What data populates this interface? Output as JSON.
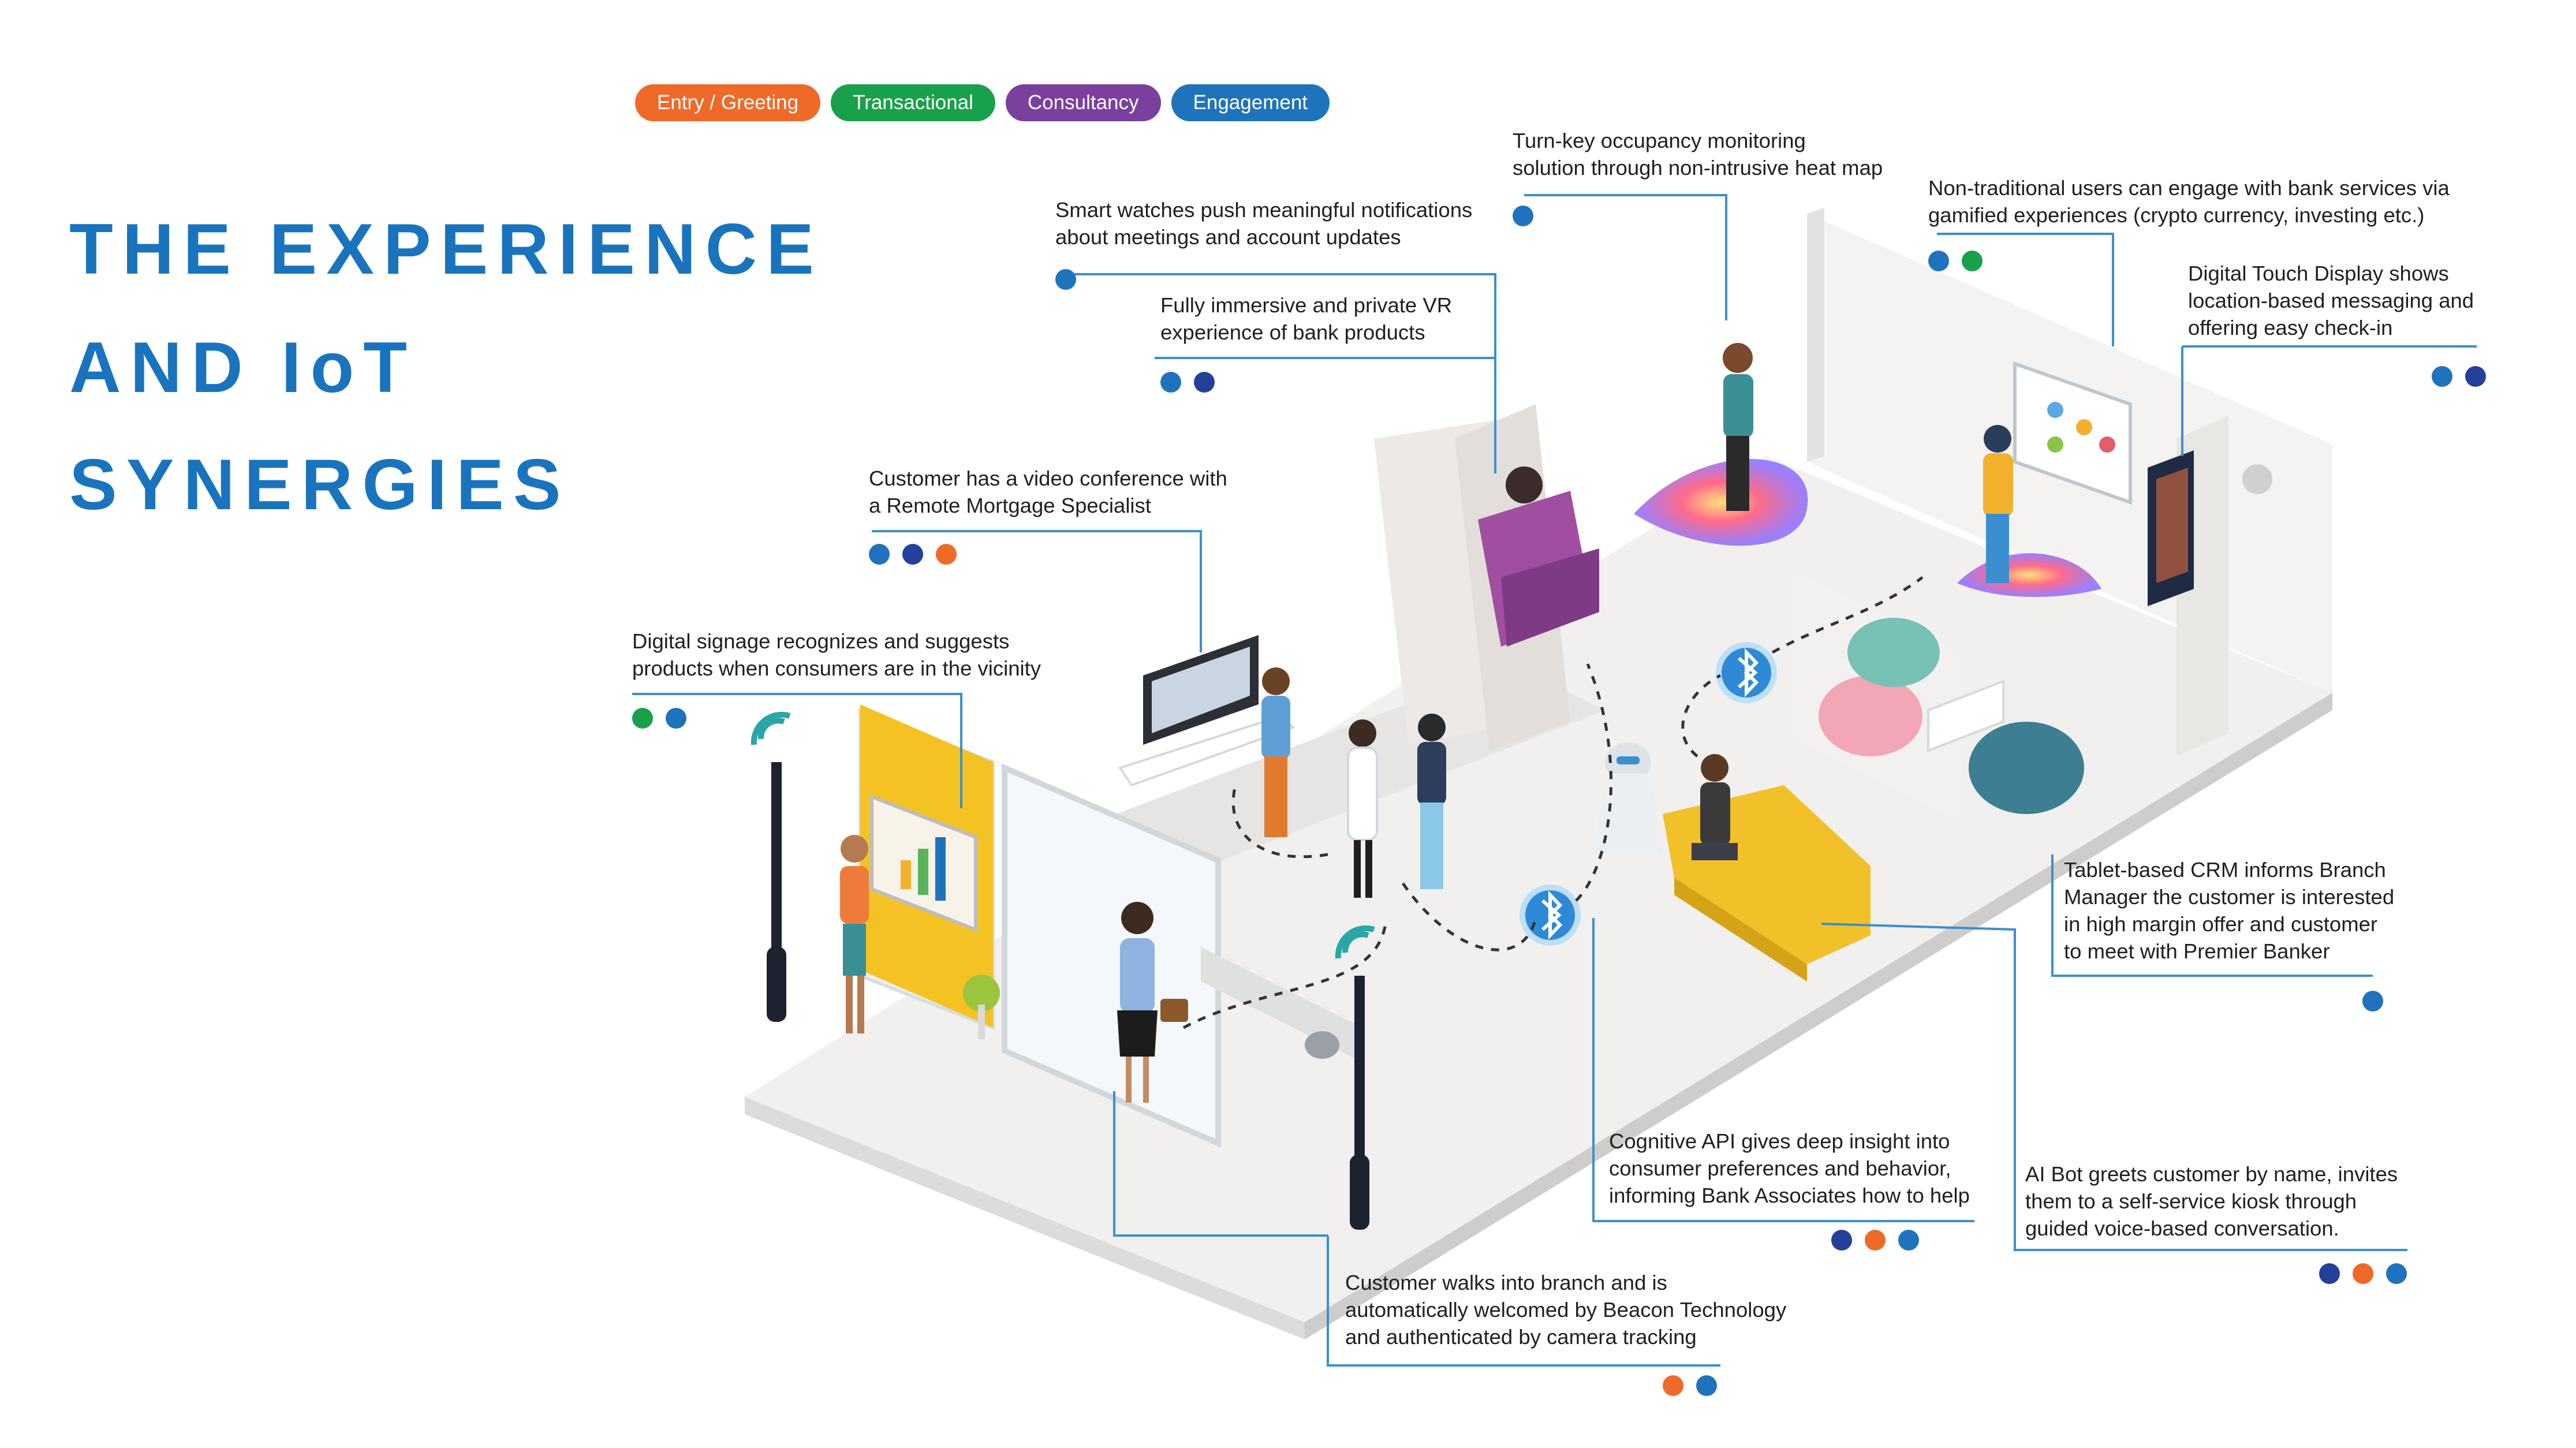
{
  "title": [
    "THE EXPERIENCE",
    "AND IoT",
    "SYNERGIES"
  ],
  "legend": [
    {
      "label": "Entry / Greeting",
      "color": "#ef6a28"
    },
    {
      "label": "Transactional",
      "color": "#19a04a"
    },
    {
      "label": "Consultancy",
      "color": "#7b3f9e"
    },
    {
      "label": "Engagement",
      "color": "#1f73bd"
    }
  ],
  "palette": {
    "orange": "#ef6a28",
    "green": "#19a04a",
    "navy": "#23409a",
    "blue": "#1f73bd",
    "line": "#3b8fd0"
  },
  "callouts": [
    {
      "id": "occupancy",
      "lines": [
        "Turn-key occupancy monitoring",
        "solution through non-intrusive heat map"
      ],
      "dots": [
        "blue"
      ]
    },
    {
      "id": "smartwatch",
      "lines": [
        "Smart watches push meaningful notifications",
        "about meetings and account updates"
      ],
      "dots": [
        "blue"
      ]
    },
    {
      "id": "gamified",
      "lines": [
        "Non-traditional users can engage with bank services via",
        "gamified experiences (crypto currency, investing etc.)"
      ],
      "dots": [
        "blue",
        "green"
      ]
    },
    {
      "id": "touch_display",
      "lines": [
        "Digital Touch Display shows",
        "location-based messaging and",
        "offering easy check-in"
      ],
      "dots": [
        "blue",
        "navy"
      ]
    },
    {
      "id": "vr",
      "lines": [
        "Fully immersive and private VR",
        "experience of bank products"
      ],
      "dots": [
        "blue",
        "navy"
      ]
    },
    {
      "id": "video_conf",
      "lines": [
        "Customer has a video conference with",
        "a Remote Mortgage Specialist"
      ],
      "dots": [
        "blue",
        "navy",
        "orange"
      ]
    },
    {
      "id": "signage",
      "lines": [
        "Digital signage recognizes and suggests",
        "products when consumers are in the vicinity"
      ],
      "dots": [
        "green",
        "blue"
      ]
    },
    {
      "id": "crm",
      "lines": [
        "Tablet-based CRM informs Branch",
        "Manager the customer is interested",
        "in high margin offer and customer",
        "to meet with Premier Banker"
      ],
      "dots": [
        "blue"
      ]
    },
    {
      "id": "cognitive",
      "lines": [
        "Cognitive API gives deep insight into",
        "consumer preferences and behavior,",
        "informing Bank Associates how to help"
      ],
      "dots": [
        "navy",
        "orange",
        "blue"
      ]
    },
    {
      "id": "ai_bot",
      "lines": [
        "AI Bot greets customer by name, invites",
        "them to a self-service kiosk through",
        "guided voice-based conversation."
      ],
      "dots": [
        "navy",
        "orange",
        "blue"
      ]
    },
    {
      "id": "beacon",
      "lines": [
        "Customer walks into branch and is",
        "automatically welcomed by Beacon Technology",
        "and authenticated by camera tracking"
      ],
      "dots": [
        "orange",
        "blue"
      ]
    }
  ]
}
